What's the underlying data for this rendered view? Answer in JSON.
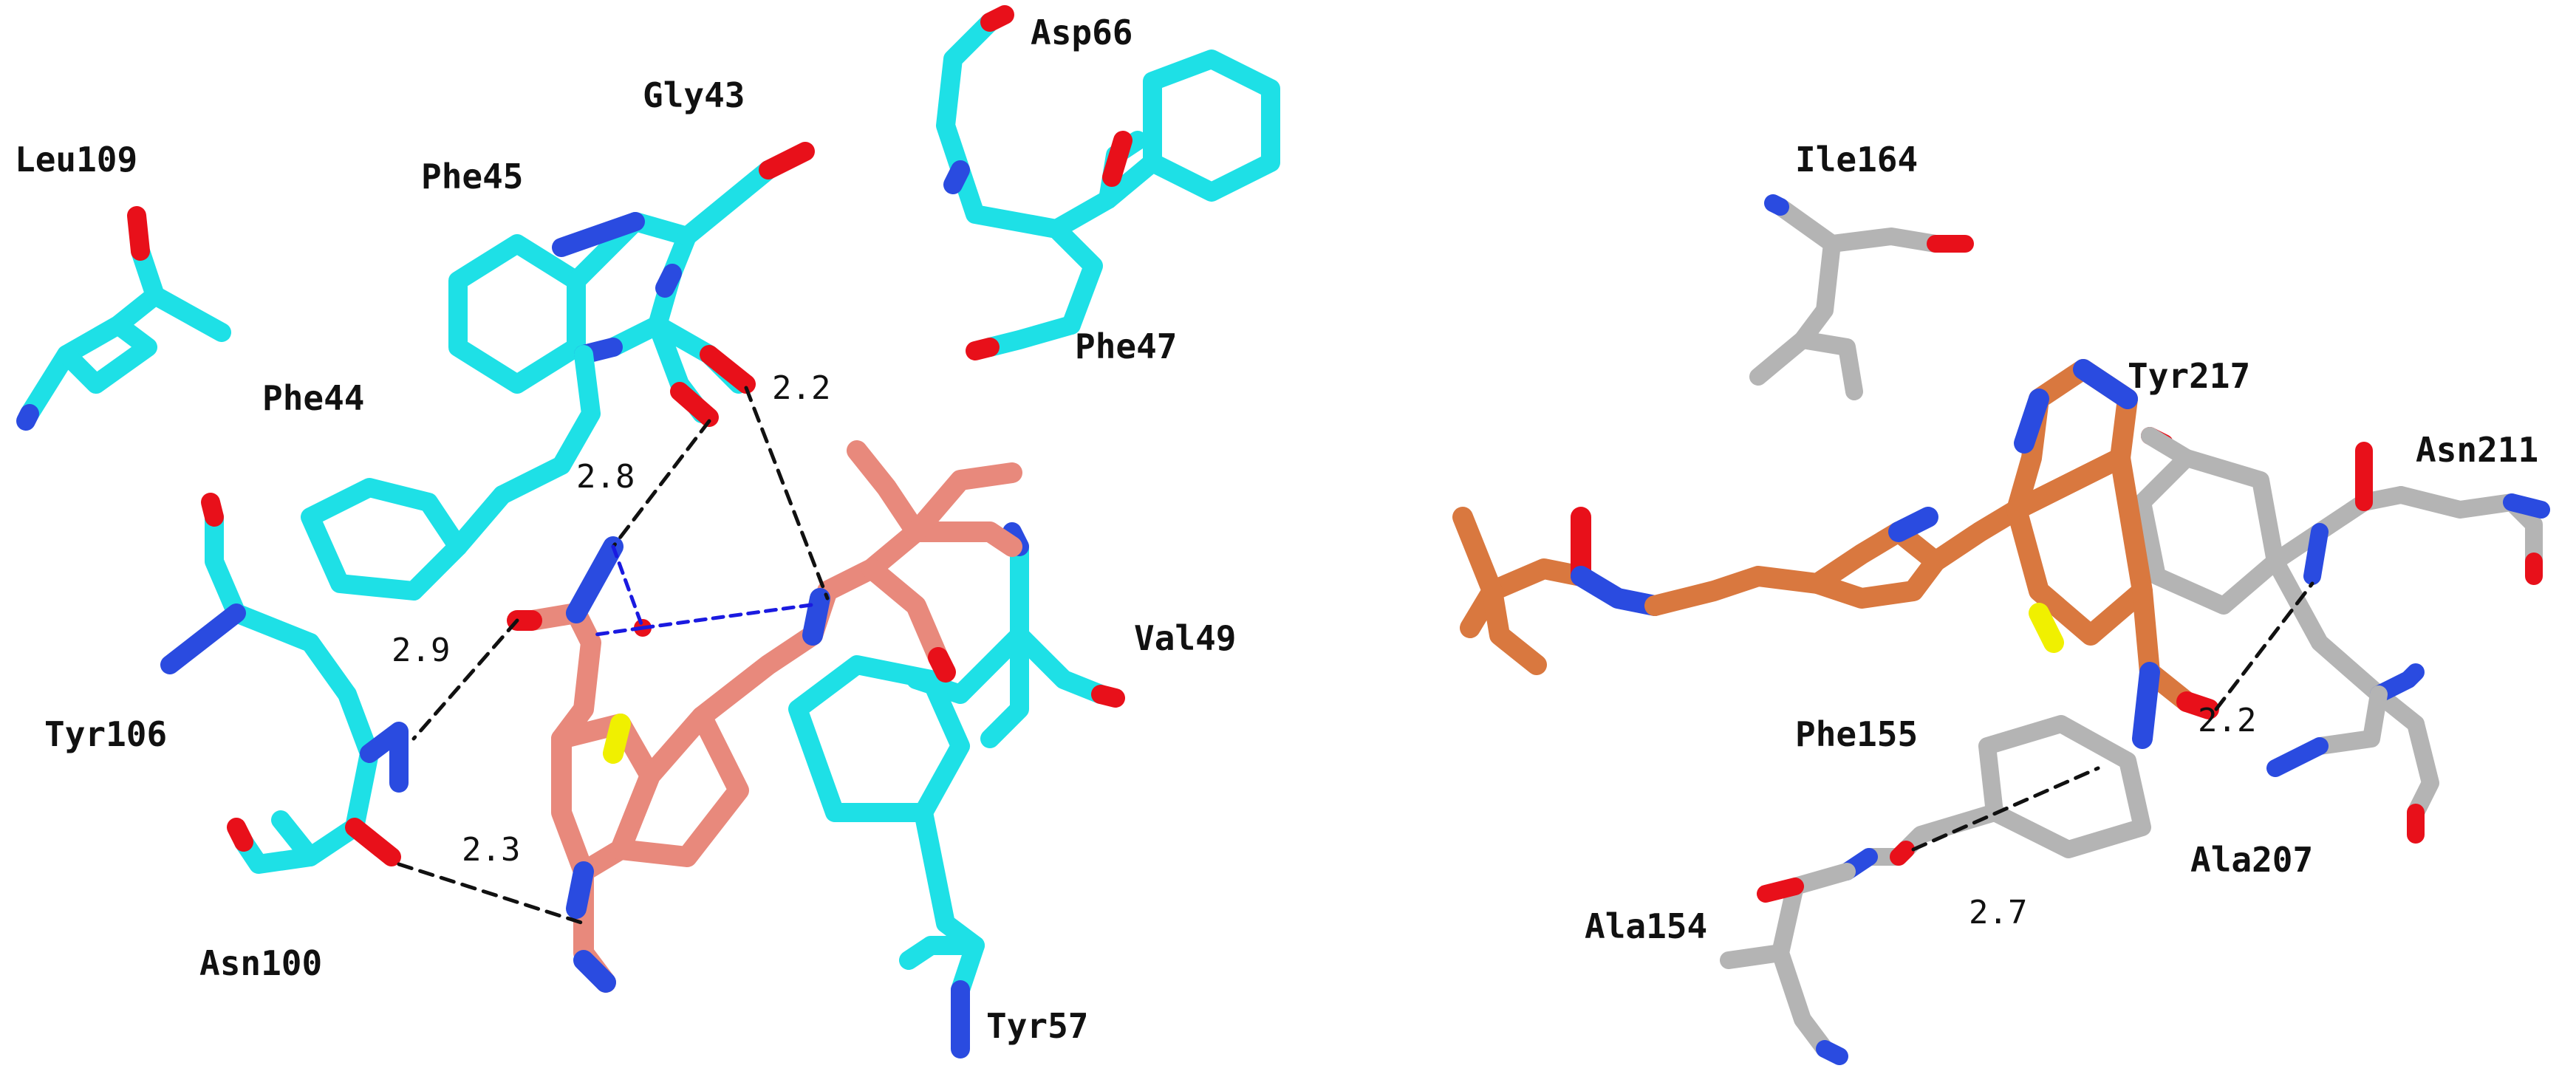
{
  "panels": [
    {
      "id": "left",
      "residues": [
        "Leu109",
        "Gly43",
        "Asp66",
        "Phe45",
        "Phe44",
        "Phe47",
        "Val49",
        "Tyr106",
        "Asn100",
        "Tyr57"
      ],
      "distances": [
        "2.2",
        "2.8",
        "2.9",
        "2.3"
      ],
      "colors": {
        "protein": "#1ee0e6",
        "ligand": "#e8897c"
      }
    },
    {
      "id": "right",
      "residues": [
        "Ile164",
        "Tyr217",
        "Asn211",
        "Phe155",
        "Ala207",
        "Ala154"
      ],
      "distances": [
        "2.2",
        "2.7"
      ],
      "colors": {
        "protein": "#b4b4b4",
        "ligand": "#d9783f"
      }
    }
  ],
  "atom_colors": {
    "oxygen": "#e8101a",
    "nitrogen": "#2a4be0",
    "sulfur": "#f0f000",
    "water": "#e8101a"
  },
  "hbond_color": "#111111",
  "water_bond_color": "#1a1ae0"
}
